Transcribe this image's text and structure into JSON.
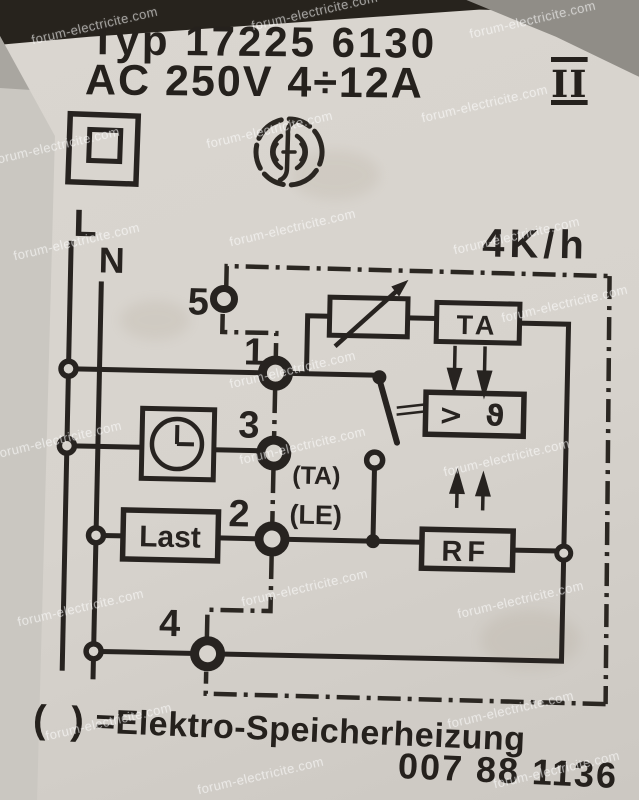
{
  "header": {
    "type_line": "Typ 17225 6130",
    "rating_line": "AC 250V 4÷12A",
    "class_numeral": "II"
  },
  "symbols": {
    "insulation_icon": "class-ii-double-square",
    "certification_icon": "sev-certification-mark"
  },
  "diagram": {
    "heating_rate": "4K/h",
    "phase_label": "L",
    "neutral_label": "N",
    "terminals": {
      "t5": "5",
      "t1": "1",
      "t3": "3",
      "t2": "2",
      "t4": "4"
    },
    "boxes": {
      "day_tariff": "TA",
      "thermostat": "> ϑ",
      "feedback": "RF",
      "load": "Last"
    },
    "aux_labels": {
      "ta_paren": "(TA)",
      "le_paren": "(LE)"
    }
  },
  "footer": {
    "legend_paren": "( )",
    "legend_rest": "=Elektro-Speicherheizung",
    "part_number": "007 88 1136"
  },
  "watermark": {
    "text": "forum-electricite.com"
  },
  "colors": {
    "ink": "#272320",
    "paper": "#d7d3cd",
    "photo_top_band": "#27231d",
    "photo_top_right": "#908d87",
    "photo_left_edge": "#cac7c1",
    "watermark": "#ffffff"
  }
}
